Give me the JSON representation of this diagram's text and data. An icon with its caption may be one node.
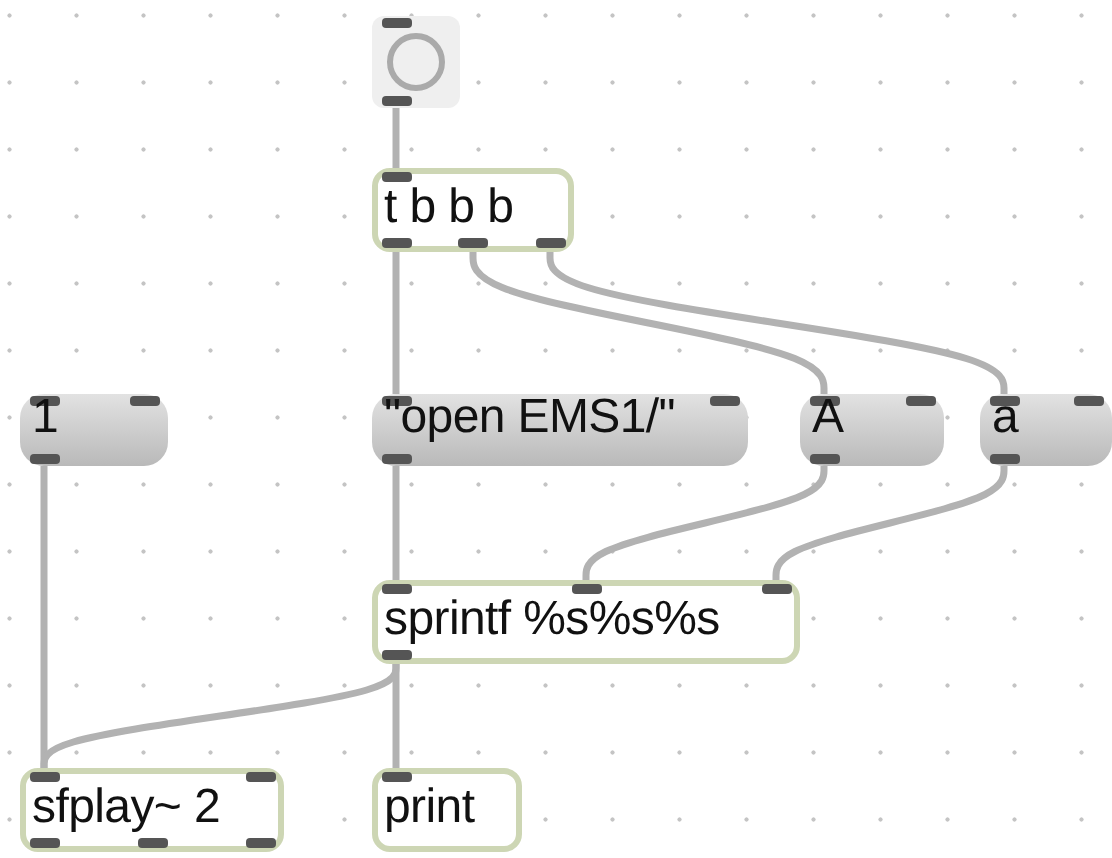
{
  "diagram": {
    "nodes": [
      {
        "text": [],
        "shape": "circle"
      },
      {
        "text": [
          "t b b b"
        ]
      },
      {
        "text": [
          "1"
        ]
      },
      {
        "text": [
          "\"open EMS1/\""
        ]
      },
      {
        "text": [
          "A"
        ]
      },
      {
        "text": [
          "a"
        ]
      },
      {
        "text": [
          "sprintf %s%s%s"
        ]
      },
      {
        "text": [
          "sfplay~ 2"
        ]
      },
      {
        "text": [
          "print"
        ]
      }
    ],
    "edges": [
      {
        "from": 0,
        "to": 1,
        "arrow": "none"
      },
      {
        "from": 1,
        "to": 3,
        "arrow": "none"
      },
      {
        "from": 1,
        "to": 4,
        "arrow": "none"
      },
      {
        "from": 1,
        "to": 5,
        "arrow": "none"
      },
      {
        "from": 3,
        "to": 6,
        "arrow": "none"
      },
      {
        "from": 4,
        "to": 6,
        "arrow": "none"
      },
      {
        "from": 5,
        "to": 6,
        "arrow": "none"
      },
      {
        "from": 2,
        "to": 7,
        "arrow": "none"
      },
      {
        "from": 6,
        "to": 7,
        "arrow": "none"
      },
      {
        "from": 6,
        "to": 8,
        "arrow": "none"
      }
    ]
  }
}
